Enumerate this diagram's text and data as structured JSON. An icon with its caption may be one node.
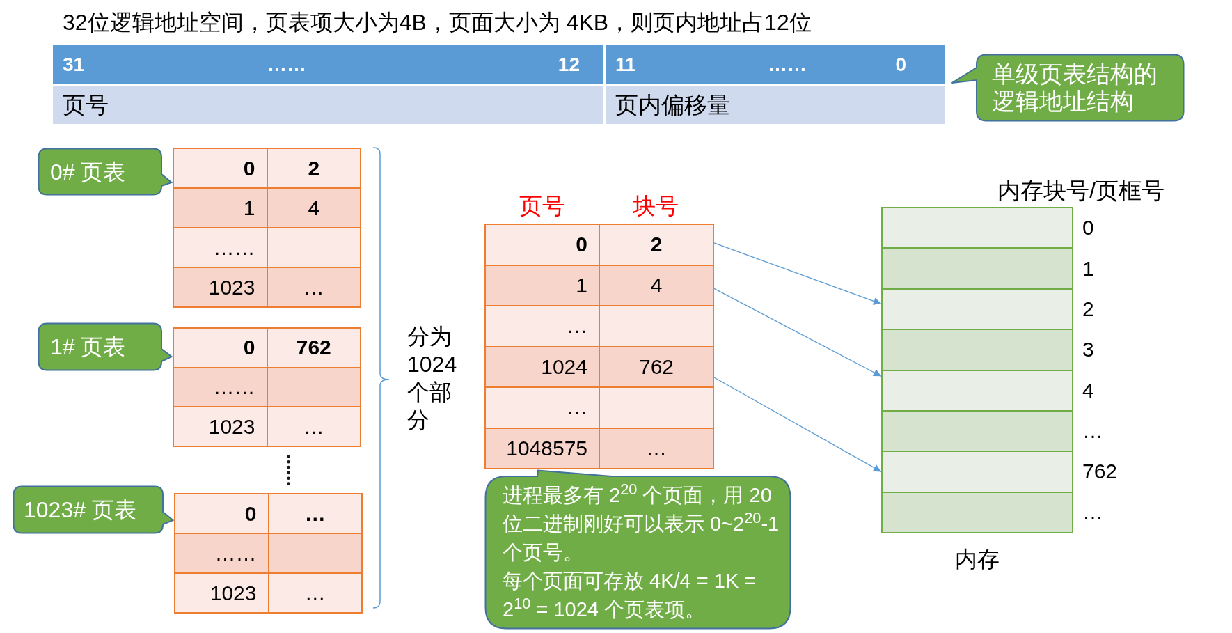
{
  "diagram": {
    "title": "32位逻辑地址空间，页表项大小为4B，页面大小为 4KB，则页内地址占12位",
    "nodes": [
      {
        "text": [
          "31",
          "……",
          "12",
          "页号"
        ]
      },
      {
        "text": [
          "11",
          "……",
          "0",
          "页内偏移量"
        ]
      },
      {
        "text": [
          "单级页表结构的逻辑地址结构"
        ]
      },
      {
        "text": [
          "0# 页表"
        ]
      },
      {
        "text": [],
        "shape": "box"
      },
      {
        "text": [
          "0"
        ],
        "in": 4
      },
      {
        "text": [
          "2"
        ],
        "in": 4
      },
      {
        "text": [
          "1"
        ],
        "in": 4
      },
      {
        "text": [
          "4"
        ],
        "in": 4
      },
      {
        "text": [
          "……"
        ],
        "in": 4
      },
      {
        "text": [],
        "shape": "box",
        "in": 4
      },
      {
        "text": [
          "1023"
        ],
        "in": 4
      },
      {
        "text": [
          "…"
        ],
        "in": 4
      },
      {
        "text": [
          "1# 页表"
        ]
      },
      {
        "text": [],
        "shape": "box"
      },
      {
        "text": [
          "0"
        ],
        "in": 14
      },
      {
        "text": [
          "762"
        ],
        "in": 14
      },
      {
        "text": [
          "……"
        ],
        "in": 14
      },
      {
        "text": [],
        "shape": "box",
        "in": 14
      },
      {
        "text": [
          "1023"
        ],
        "in": 14
      },
      {
        "text": [
          "…"
        ],
        "in": 14
      },
      {
        "text": [
          "1023# 页表"
        ]
      },
      {
        "text": [],
        "shape": "box"
      },
      {
        "text": [
          "0"
        ],
        "in": 22
      },
      {
        "text": [
          "…"
        ],
        "in": 22
      },
      {
        "text": [
          "……"
        ],
        "in": 22
      },
      {
        "text": [],
        "shape": "box",
        "in": 22
      },
      {
        "text": [
          "1023"
        ],
        "in": 22
      },
      {
        "text": [
          "…"
        ],
        "in": 22
      },
      {
        "text": [],
        "shape": "box"
      },
      {
        "text": [
          "0"
        ],
        "in": 29
      },
      {
        "text": [
          "2"
        ],
        "in": 29
      },
      {
        "text": [
          "1"
        ],
        "in": 29
      },
      {
        "text": [
          "4"
        ],
        "in": 29
      },
      {
        "text": [
          "…"
        ],
        "in": 29
      },
      {
        "text": [],
        "shape": "box",
        "in": 29
      },
      {
        "text": [
          "1024"
        ],
        "in": 29
      },
      {
        "text": [
          "762"
        ],
        "in": 29
      },
      {
        "text": [
          "…"
        ],
        "in": 29
      },
      {
        "text": [],
        "shape": "box",
        "in": 29
      },
      {
        "text": [
          "1048575"
        ],
        "in": 29
      },
      {
        "text": [
          "…"
        ],
        "in": 29
      },
      {
        "text": [
          "进程最多有 2$^{20}$ 个页面，用 20 位二进制刚好可以表示 0~2$^{20}$-1 个页号。",
          "每个页面可存放 4K/4 = 1K = 2$^{10}$ = 1024 个页表项。"
        ]
      },
      {
        "text": [],
        "shape": "box",
        "beside": [
          "内存"
        ]
      },
      {
        "text": [],
        "shape": "box",
        "in": 43,
        "beside": [
          "0"
        ]
      },
      {
        "text": [],
        "shape": "box",
        "in": 43,
        "beside": [
          "1"
        ]
      },
      {
        "text": [],
        "shape": "box",
        "in": 43,
        "beside": [
          "2"
        ]
      },
      {
        "text": [],
        "shape": "box",
        "in": 43,
        "beside": [
          "3"
        ]
      },
      {
        "text": [],
        "shape": "box",
        "in": 43,
        "beside": [
          "4"
        ]
      },
      {
        "text": [],
        "shape": "box",
        "in": 43,
        "beside": [
          "…"
        ]
      },
      {
        "text": [],
        "shape": "box",
        "in": 43,
        "beside": [
          "762"
        ]
      },
      {
        "text": [],
        "shape": "box",
        "in": 43,
        "beside": [
          "…"
        ]
      }
    ],
    "edges": [
      {
        "from": 31,
        "to": 46,
        "arrow": "to"
      },
      {
        "from": 33,
        "to": 48,
        "arrow": "to"
      },
      {
        "from": 37,
        "to": 50,
        "arrow": "to"
      }
    ],
    "labels": [
      "页号",
      "块号",
      "分为1024个部分",
      "内存块号/页框号"
    ]
  }
}
